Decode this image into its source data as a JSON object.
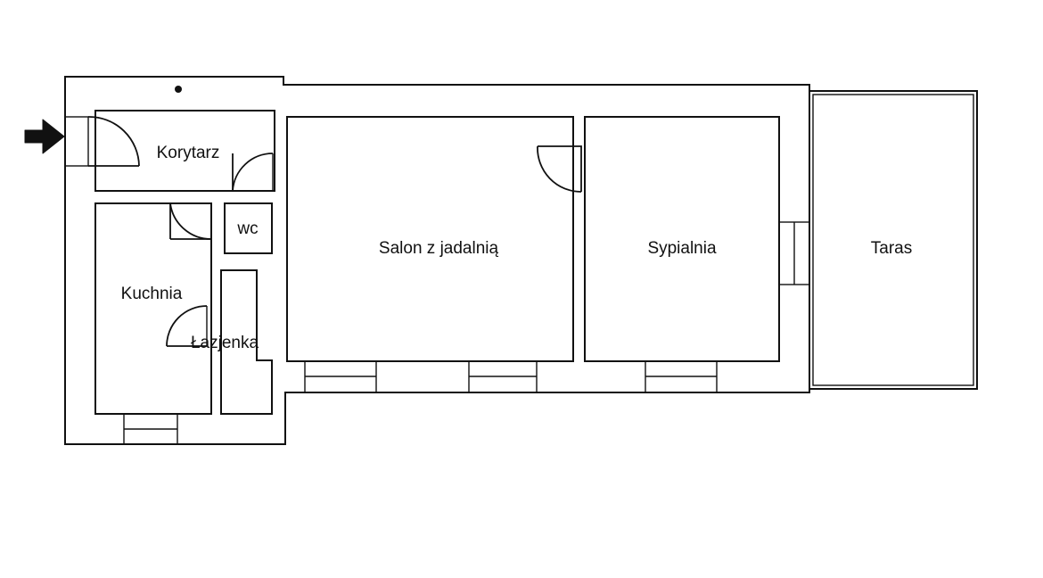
{
  "floor_plan": {
    "rooms": {
      "korytarz": "Korytarz",
      "wc": "wc",
      "kuchnia": "Kuchnia",
      "lazienka": "Łazjenka",
      "salon": "Salon z jadalnią",
      "sypialnia": "Sypialnia",
      "taras": "Taras"
    },
    "icons": {
      "entrance": "entrance-arrow-icon",
      "marker": "dot-marker-icon"
    },
    "colors": {
      "wall": "#111111",
      "background": "#ffffff"
    }
  }
}
